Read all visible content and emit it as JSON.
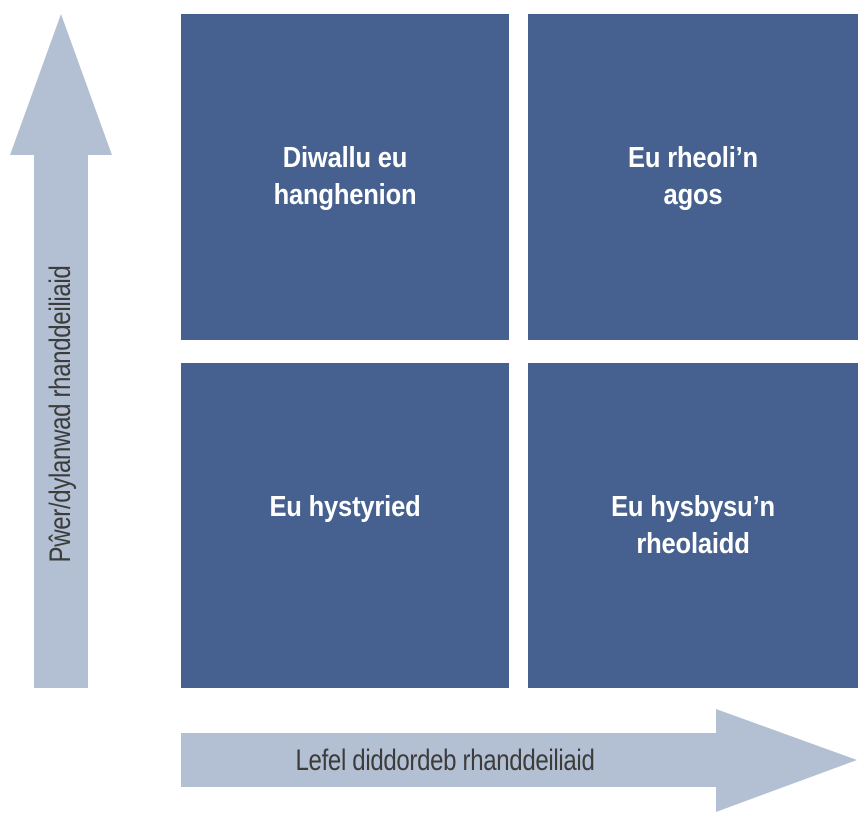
{
  "diagram": {
    "type": "stakeholder-power-interest-matrix",
    "y_axis": {
      "label": "Pŵer/dylanwad rhanddeiliaid",
      "direction": "up"
    },
    "x_axis": {
      "label": "Lefel diddordeb rhanddeiliaid",
      "direction": "right"
    },
    "quadrants": [
      {
        "position": "top-left",
        "label": "Diwallu eu\nhanghenion"
      },
      {
        "position": "top-right",
        "label": "Eu rheoli’n\nagos"
      },
      {
        "position": "bottom-left",
        "label": "Eu hystyried"
      },
      {
        "position": "bottom-right",
        "label": "Eu hysbysu’n\nrheolaidd"
      }
    ]
  },
  "colors": {
    "quadrant_fill": "#46618f",
    "quadrant_text": "#ffffff",
    "arrow_fill": "#b3bfd3",
    "axis_text": "#3c3c3b",
    "background": "#ffffff"
  }
}
